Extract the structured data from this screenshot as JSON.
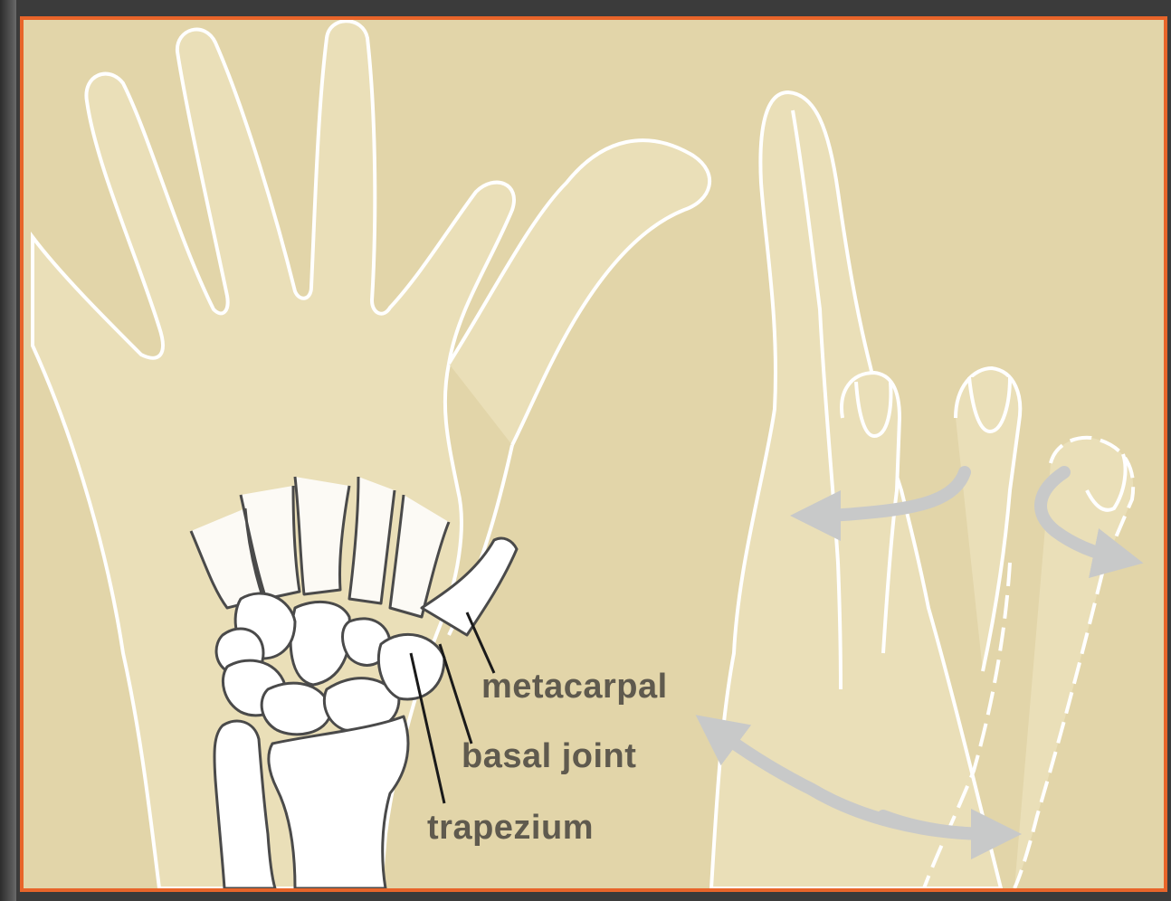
{
  "labels": {
    "metacarpal": "metacarpal",
    "basal_joint": "basal joint",
    "trapezium": "trapezium"
  },
  "colors": {
    "background": "#e2d5a9",
    "skin": "#eadfb8",
    "border": "#e8652a",
    "outline": "#ffffff",
    "bone_fill": "#ffffff",
    "bone_line": "#4a4a4a",
    "arrow": "#c8c9c9",
    "label_text": "#5f5a4e"
  },
  "icons": [
    "curved-arrow-icon"
  ]
}
